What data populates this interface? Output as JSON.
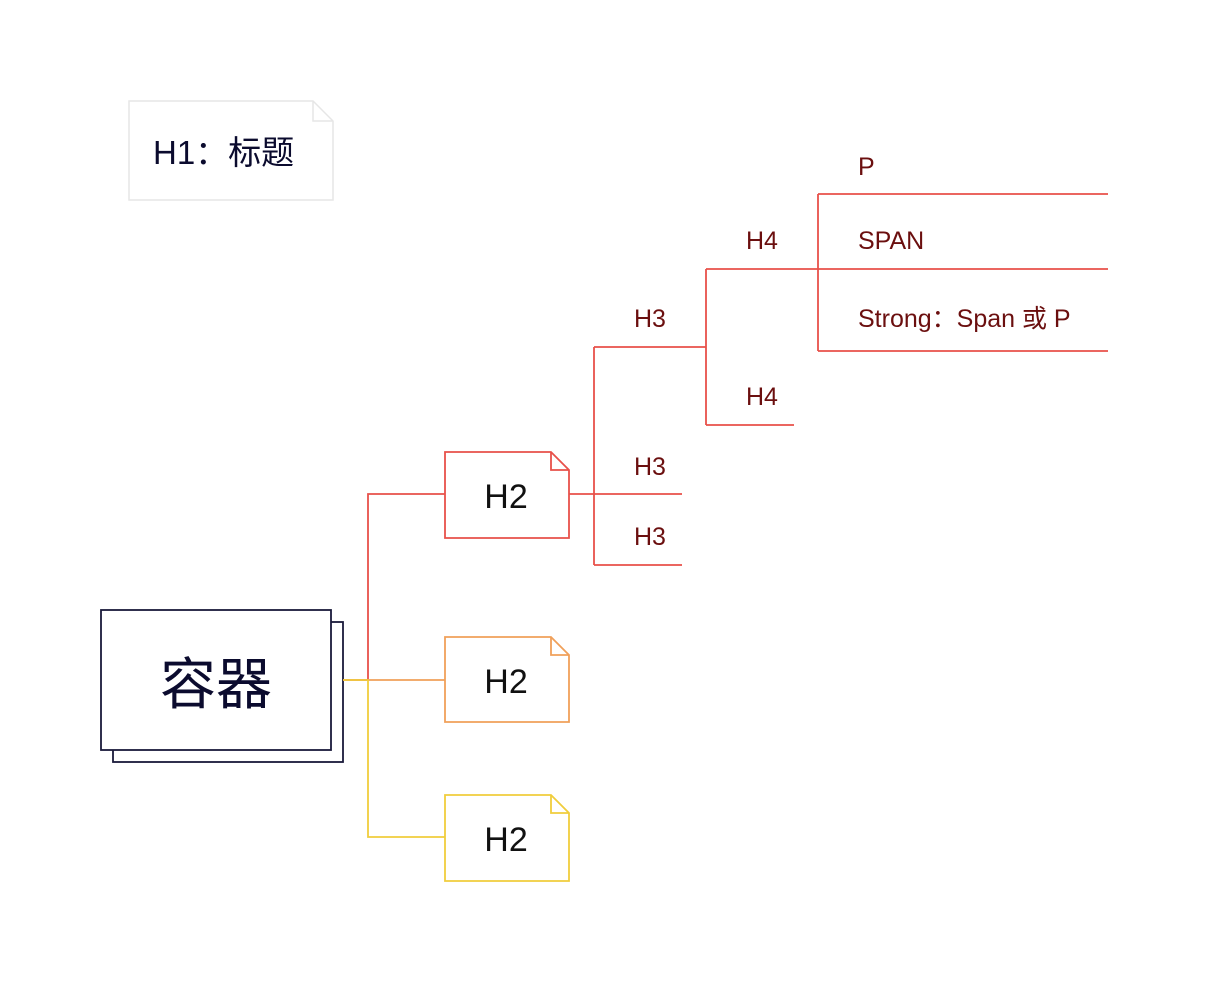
{
  "legend": {
    "label": "H1：标题"
  },
  "container": {
    "label": "容器"
  },
  "h2_nodes": [
    {
      "label": "H2"
    },
    {
      "label": "H2"
    },
    {
      "label": "H2"
    }
  ],
  "h3_nodes": [
    {
      "label": "H3"
    },
    {
      "label": "H3"
    },
    {
      "label": "H3"
    }
  ],
  "h4_nodes": [
    {
      "label": "H4"
    },
    {
      "label": "H4"
    }
  ],
  "leaf_nodes": [
    {
      "label": "P"
    },
    {
      "label": "SPAN"
    },
    {
      "label": "Strong：Span 或 P"
    }
  ],
  "colors": {
    "container_border": "#1a1a3a",
    "container_text": "#0b0b2e",
    "legend_border": "#e6e6e6",
    "legend_text": "#0b0b2e",
    "red": "#e8514a",
    "orange": "#f0a05a",
    "yellow": "#f0cd3c",
    "h2_text": "#111111",
    "deep_text": "#6b0f0f"
  }
}
